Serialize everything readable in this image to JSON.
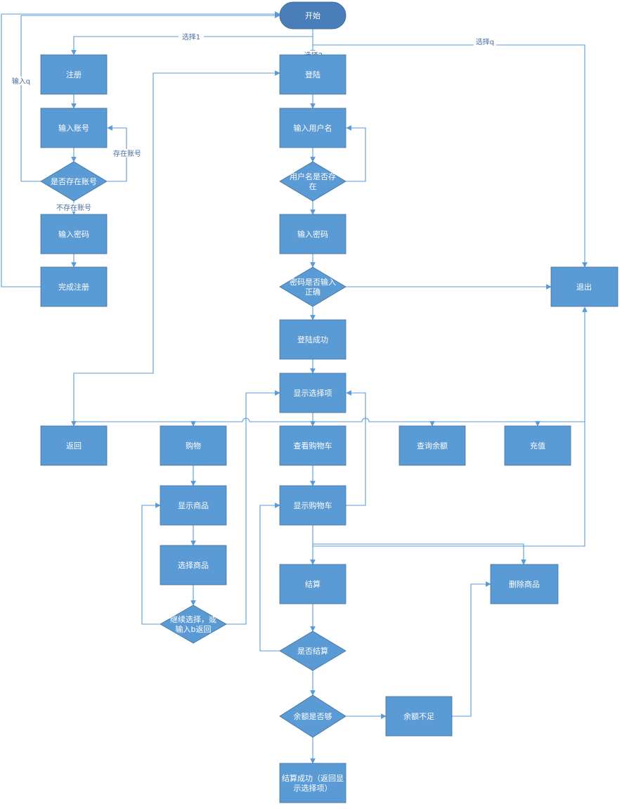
{
  "colors": {
    "node_fill": "#5b9bd5",
    "node_stroke": "#41719c",
    "start_fill": "#4a7eb9",
    "edge": "#5b9bd5",
    "label": "#4a6fa0"
  },
  "nodes": {
    "start": "开始",
    "register": "注册",
    "input_account": "输入账号",
    "account_exists": "是否存在账号",
    "reg_password": "输入密码",
    "reg_done": "完成注册",
    "login": "登陆",
    "input_username": "输入用户名",
    "username_exists": [
      "用户名是否存",
      "在"
    ],
    "login_password": "输入密码",
    "password_correct": [
      "密码是否输入",
      "正确"
    ],
    "exit": "退出",
    "login_success": "登陆成功",
    "show_options": "显示选择项",
    "back": "返回",
    "shopping": "购物",
    "view_cart": "查看购物车",
    "check_balance": "查询余额",
    "recharge": "充值",
    "show_products": "显示商品",
    "select_product": "选择商品",
    "continue_choice": [
      "继续选择，或",
      "输入b返回"
    ],
    "show_cart": "显示购物车",
    "checkout": "结算",
    "delete_product": "删除商品",
    "confirm_checkout": "是否结算",
    "balance_enough": "余额是否够",
    "insufficient": "余额不足",
    "checkout_success": [
      "结算成功（返回显",
      "示选择项）"
    ]
  },
  "edge_labels": {
    "choice1": "选择1",
    "choice2": "选择2",
    "choiceq": "选择q",
    "input_q": "输入q",
    "account_exists": "存在账号",
    "account_not_exists": "不存在账号"
  }
}
